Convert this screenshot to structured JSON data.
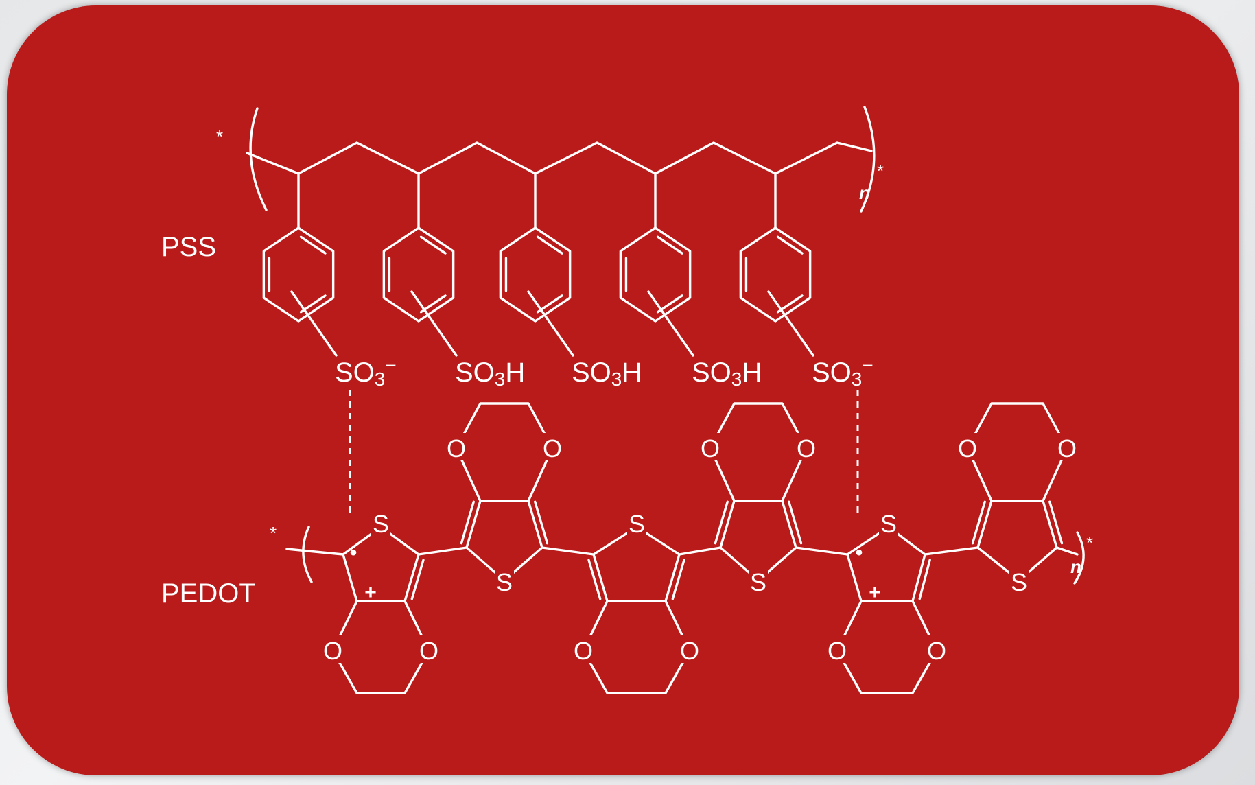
{
  "colors": {
    "panel": "#b91a1a",
    "ink": "#ffffff",
    "page": "#e6e7e9"
  },
  "labels": {
    "pss": "PSS",
    "pedot": "PEDOT",
    "repeat_n": "n",
    "end_star": "*"
  },
  "sulfonate_groups": [
    {
      "base": "SO",
      "sub": "3",
      "tail": "",
      "sup": "−"
    },
    {
      "base": "SO",
      "sub": "3",
      "tail": "H",
      "sup": ""
    },
    {
      "base": "SO",
      "sub": "3",
      "tail": "H",
      "sup": ""
    },
    {
      "base": "SO",
      "sub": "3",
      "tail": "H",
      "sup": ""
    },
    {
      "base": "SO",
      "sub": "3",
      "tail": "",
      "sup": "−"
    }
  ],
  "atoms": {
    "sulfur": "S",
    "oxygen": "O"
  },
  "charges": {
    "plus": "+",
    "radical": "•"
  }
}
